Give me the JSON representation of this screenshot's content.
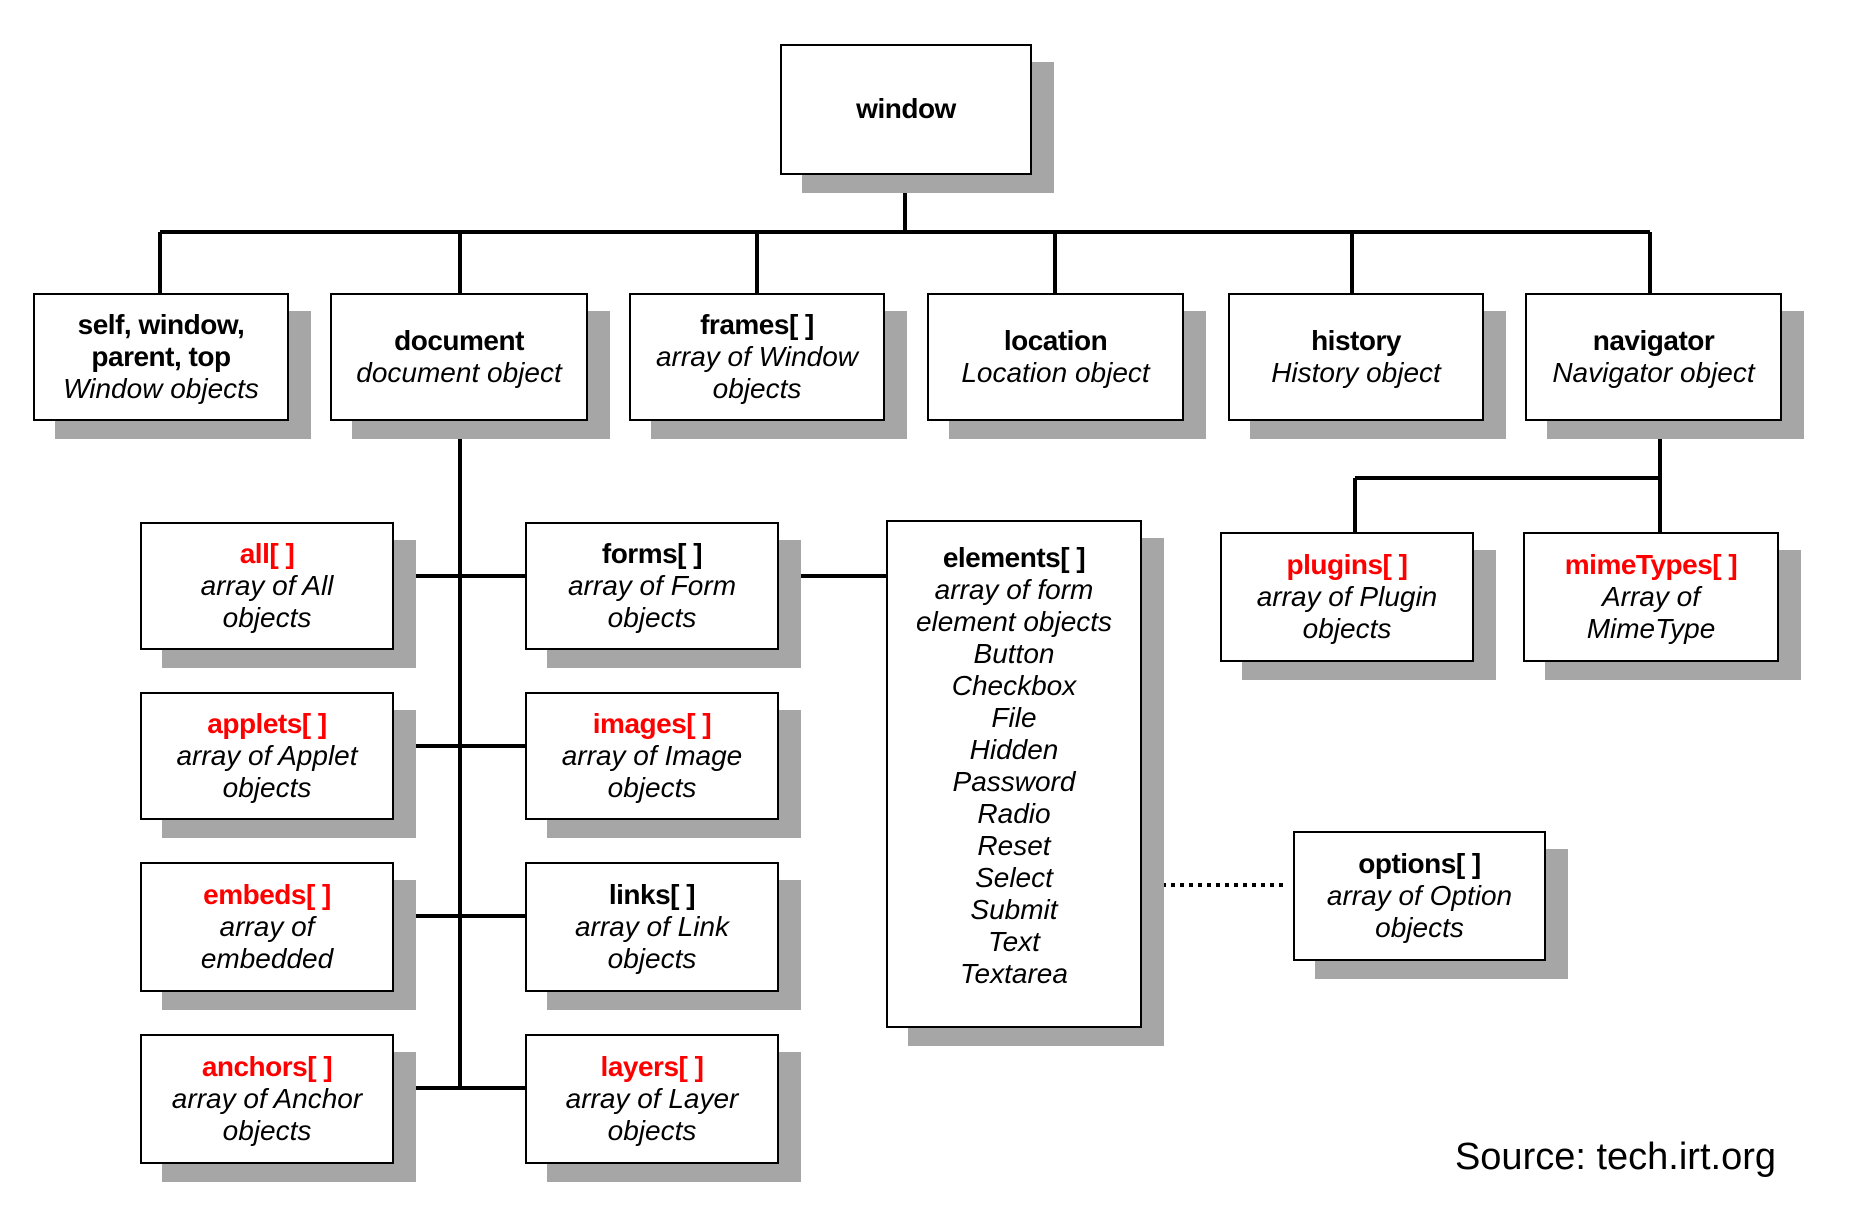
{
  "nodes": {
    "window": {
      "title": "window"
    },
    "self": {
      "title": "self, window,\nparent, top",
      "desc": "Window objects"
    },
    "document": {
      "title": "document",
      "desc": "document object"
    },
    "frames": {
      "title": "frames[ ]",
      "desc": "array of Window\nobjects"
    },
    "location": {
      "title": "location",
      "desc": "Location object"
    },
    "history": {
      "title": "history",
      "desc": "History object"
    },
    "navigator": {
      "title": "navigator",
      "desc": "Navigator object"
    },
    "all": {
      "title": "all[ ]",
      "desc": "array of All\nobjects"
    },
    "applets": {
      "title": "applets[ ]",
      "desc": "array of Applet\nobjects"
    },
    "embeds": {
      "title": "embeds[ ]",
      "desc": "array of\nembedded"
    },
    "anchors": {
      "title": "anchors[ ]",
      "desc": "array of Anchor\nobjects"
    },
    "forms": {
      "title": "forms[ ]",
      "desc": "array of Form\nobjects"
    },
    "images": {
      "title": "images[ ]",
      "desc": "array of Image\nobjects"
    },
    "links": {
      "title": "links[ ]",
      "desc": "array of Link\nobjects"
    },
    "layers": {
      "title": "layers[ ]",
      "desc": "array of Layer\nobjects"
    },
    "elements": {
      "title": "elements[ ]",
      "desc": "array of form\nelement objects\nButton\nCheckbox\nFile\nHidden\nPassword\nRadio\nReset\nSelect\nSubmit\nText\nTextarea"
    },
    "options": {
      "title": "options[ ]",
      "desc": "array of Option\nobjects"
    },
    "plugins": {
      "title": "plugins[ ]",
      "desc": "array of Plugin\nobjects"
    },
    "mimeTypes": {
      "title": "mimeTypes[ ]",
      "desc": "Array of\nMimeType"
    }
  },
  "colors": {
    "highlight": "#ff0000",
    "shadow": "#a6a6a6",
    "line": "#000000"
  },
  "source": "Source: tech.irt.org"
}
